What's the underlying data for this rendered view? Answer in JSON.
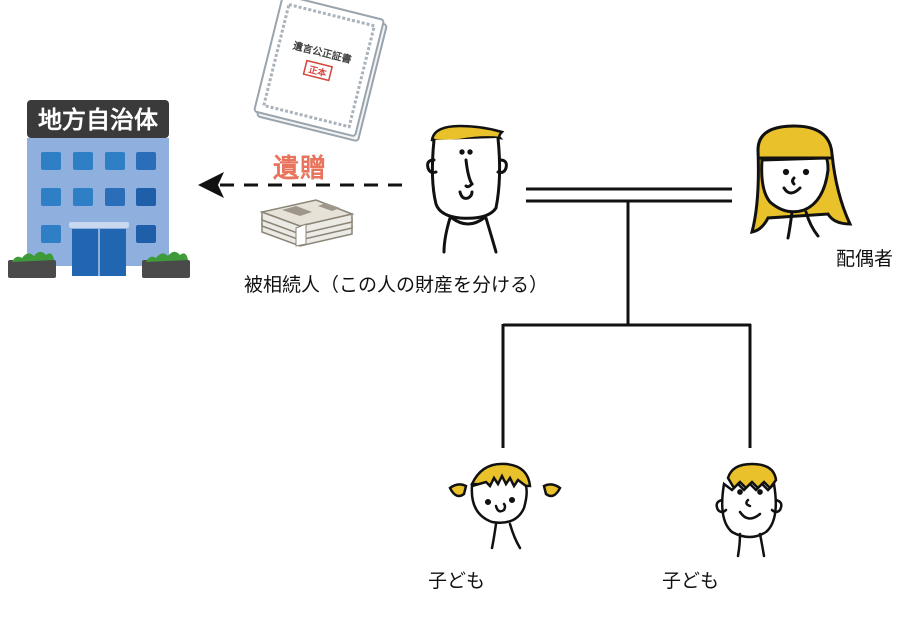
{
  "diagram": {
    "title": "相続関係図",
    "government": {
      "sign": "地方自治体",
      "label": "地方自治体"
    },
    "will_document": {
      "title": "遺言公正証書",
      "stamp": "正本"
    },
    "bequest": {
      "label": "遺贈",
      "direction": "from deceased to local government"
    },
    "money": {
      "name": "札束"
    },
    "people": {
      "deceased": {
        "label": "被相続人（この人の財産を分ける）"
      },
      "spouse": {
        "label": "配偶者"
      },
      "children": [
        {
          "label": "子ども"
        },
        {
          "label": "子ども"
        }
      ]
    },
    "colors": {
      "bequest_text": "#e8745e",
      "hair": "#e9c12a",
      "building": "#8fb0de",
      "window": "#2f7fc7",
      "sign_bg": "#3a3a3a",
      "bush": "#3f9b3a",
      "line": "#111111"
    }
  }
}
